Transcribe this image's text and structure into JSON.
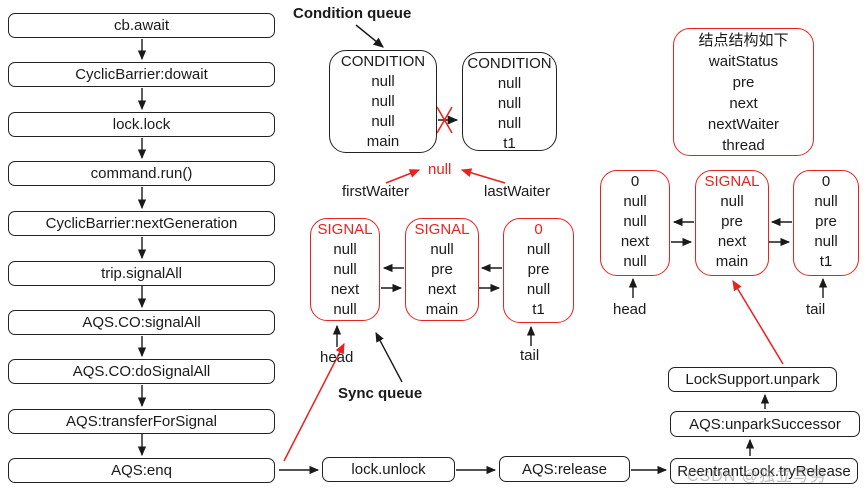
{
  "colors": {
    "red": "#e8221f",
    "black": "#1a1a1a",
    "watermark_gray": "#8a8a8a"
  },
  "left_flow": {
    "items": [
      "cb.await",
      "CyclicBarrier:dowait",
      "lock.lock",
      "command.run()",
      "CyclicBarrier:nextGeneration",
      "trip.signalAll",
      "AQS.CO:signalAll",
      "AQS.CO:doSignalAll",
      "AQS:transferForSignal",
      "AQS:enq"
    ]
  },
  "condition_queue": {
    "label": "Condition queue",
    "nodes": [
      {
        "title": "CONDITION",
        "values": [
          "null",
          "null",
          "null",
          "main"
        ]
      },
      {
        "title": "CONDITION",
        "values": [
          "null",
          "null",
          "null",
          "t1"
        ]
      }
    ],
    "null_label": "null",
    "first_waiter": "firstWaiter",
    "last_waiter": "lastWaiter"
  },
  "sync_queue": {
    "label": "Sync queue",
    "head": "head",
    "tail": "tail",
    "nodes": [
      {
        "title": "SIGNAL",
        "title_color": "red",
        "values": [
          "null",
          "null",
          "next",
          "null"
        ]
      },
      {
        "title": "SIGNAL",
        "title_color": "red",
        "values": [
          "null",
          "pre",
          "next",
          "main"
        ]
      },
      {
        "title": "0",
        "title_color": "red",
        "values": [
          "null",
          "pre",
          "null",
          "t1"
        ]
      }
    ]
  },
  "node_struct": {
    "title": "结点结构如下",
    "fields": [
      "waitStatus",
      "pre",
      "next",
      "nextWaiter",
      "thread"
    ]
  },
  "release_queue": {
    "head": "head",
    "tail": "tail",
    "nodes": [
      {
        "title": "0",
        "title_color": "black",
        "values": [
          "null",
          "null",
          "next",
          "null"
        ]
      },
      {
        "title": "SIGNAL",
        "title_color": "red",
        "values": [
          "null",
          "pre",
          "next",
          "main"
        ]
      },
      {
        "title": "0",
        "title_color": "black",
        "values": [
          "null",
          "pre",
          "null",
          "t1"
        ]
      }
    ]
  },
  "bottom_flow": {
    "items": [
      "lock.unlock",
      "AQS:release",
      "ReentrantLock.tryRelease"
    ]
  },
  "unpark_flow": {
    "items": [
      "AQS:unparkSuccessor",
      "LockSupport.unpark"
    ]
  },
  "watermark": "CSDN @独立写势"
}
